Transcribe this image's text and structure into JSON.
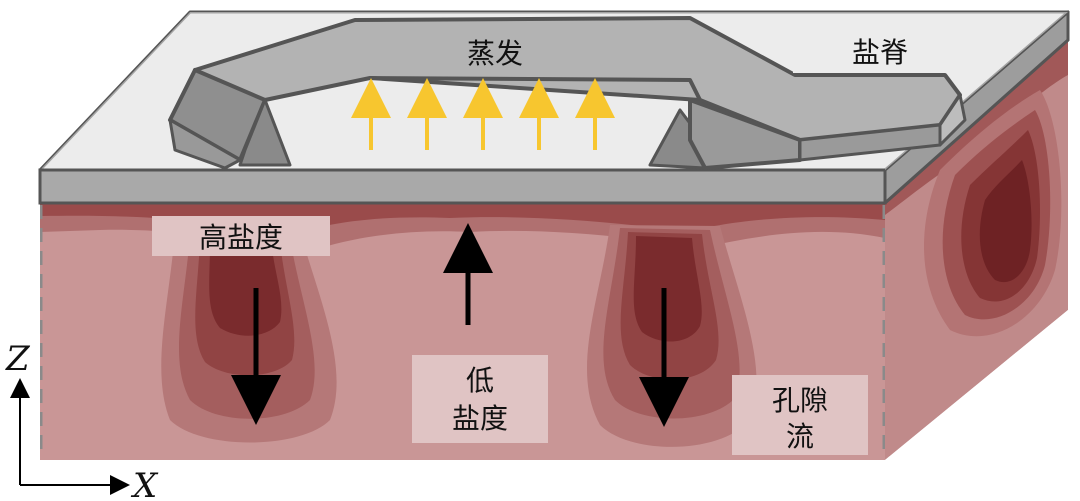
{
  "labels": {
    "evaporation": "蒸发",
    "salt_ridge": "盐脊",
    "high_salinity": "高盐度",
    "low_salinity_line1": "低",
    "low_salinity_line2": "盐度",
    "pore_flow_line1": "孔隙",
    "pore_flow_line2": "流"
  },
  "axes": {
    "z": "Z",
    "x": "X"
  },
  "colors": {
    "soil_light": "#c99696",
    "soil_mid": "#ad6a6a",
    "soil_dark": "#8c3a3a",
    "soil_darkest": "#6a1f21",
    "ridge_top": "#b1b1b1",
    "ridge_side": "#8f8f8f",
    "plate": "#b9b9b9",
    "evaporation_arrow": "#f7c62f"
  }
}
